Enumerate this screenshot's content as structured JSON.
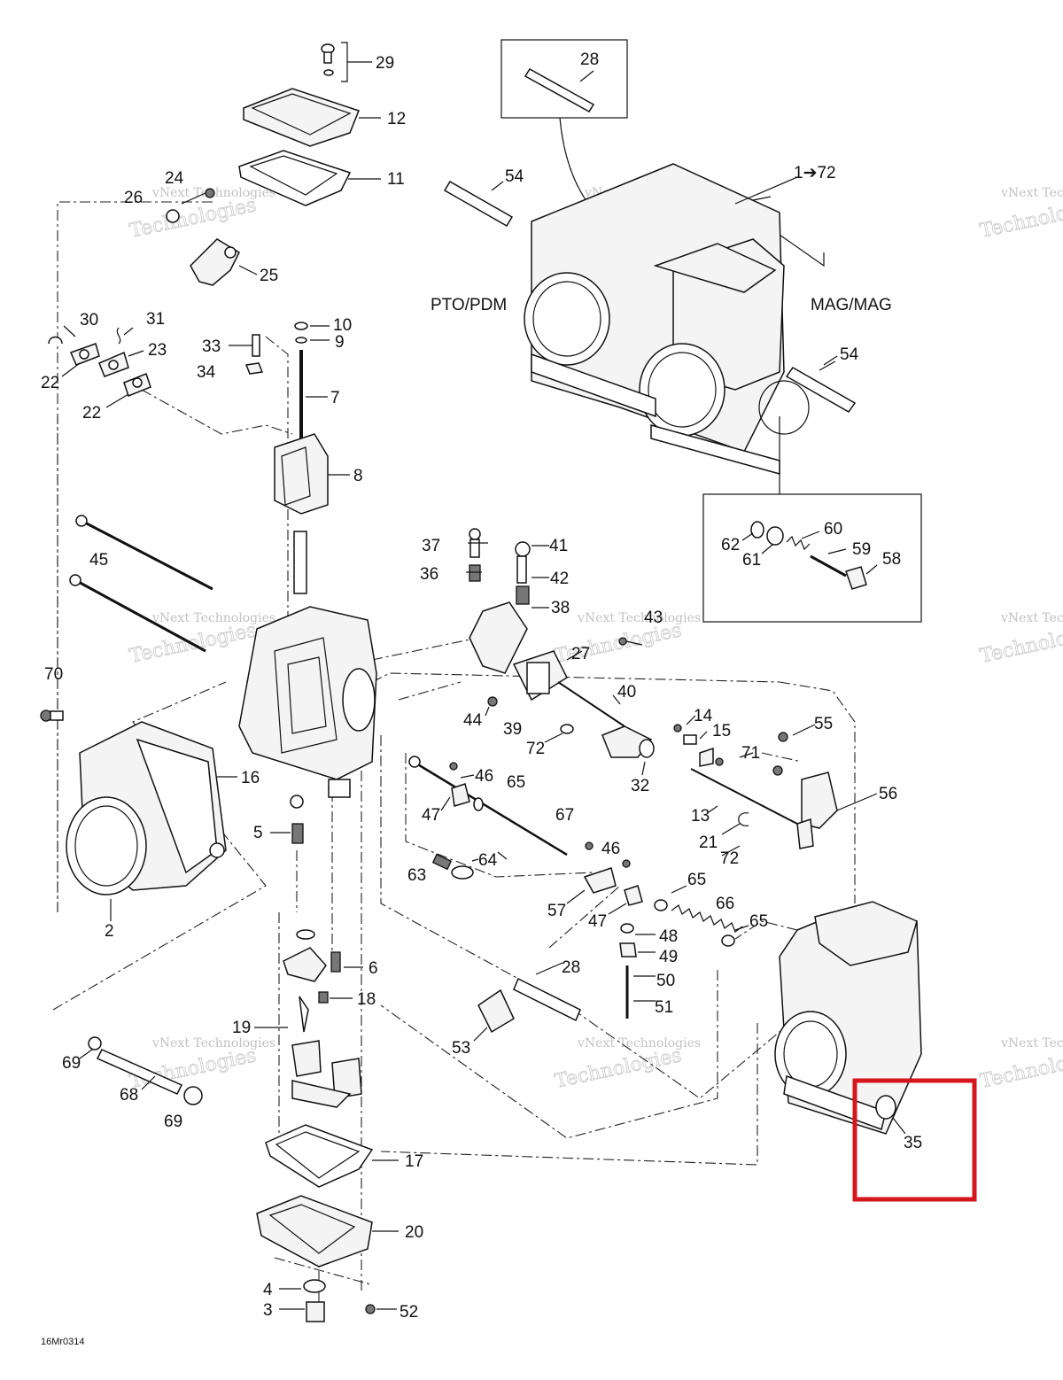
{
  "diagram_code": "16Mr0314",
  "side_labels": {
    "pto": "PTO/PDM",
    "mag": "MAG/MAG"
  },
  "assembly_label": "1➔72",
  "watermark": {
    "line1": "vNext Technologies",
    "line2": "Technologies",
    "line3": "vNext"
  },
  "highlight_color": "#d6161d",
  "callouts": {
    "c2": "2",
    "c3": "3",
    "c4": "4",
    "c5": "5",
    "c6": "6",
    "c7": "7",
    "c8": "8",
    "c9": "9",
    "c10": "10",
    "c11": "11",
    "c12": "12",
    "c13": "13",
    "c14": "14",
    "c15": "15",
    "c16": "16",
    "c17": "17",
    "c18": "18",
    "c19": "19",
    "c20": "20",
    "c21": "21",
    "c22a": "22",
    "c22b": "22",
    "c23": "23",
    "c24": "24",
    "c25": "25",
    "c26": "26",
    "c27": "27",
    "c28a": "28",
    "c28b": "28",
    "c29": "29",
    "c30": "30",
    "c31": "31",
    "c32": "32",
    "c33": "33",
    "c34": "34",
    "c35": "35",
    "c36": "36",
    "c37": "37",
    "c38": "38",
    "c39": "39",
    "c40": "40",
    "c41": "41",
    "c42": "42",
    "c43": "43",
    "c44": "44",
    "c45": "45",
    "c46a": "46",
    "c46b": "46",
    "c47a": "47",
    "c47b": "47",
    "c48": "48",
    "c49": "49",
    "c50": "50",
    "c51": "51",
    "c52": "52",
    "c53": "53",
    "c54a": "54",
    "c54b": "54",
    "c55": "55",
    "c56": "56",
    "c57": "57",
    "c58": "58",
    "c59": "59",
    "c60": "60",
    "c61": "61",
    "c62": "62",
    "c63": "63",
    "c64": "64",
    "c65a": "65",
    "c65b": "65",
    "c65c": "65",
    "c66": "66",
    "c67": "67",
    "c68": "68",
    "c69a": "69",
    "c69b": "69",
    "c70": "70",
    "c71": "71",
    "c72a": "72",
    "c72b": "72"
  }
}
